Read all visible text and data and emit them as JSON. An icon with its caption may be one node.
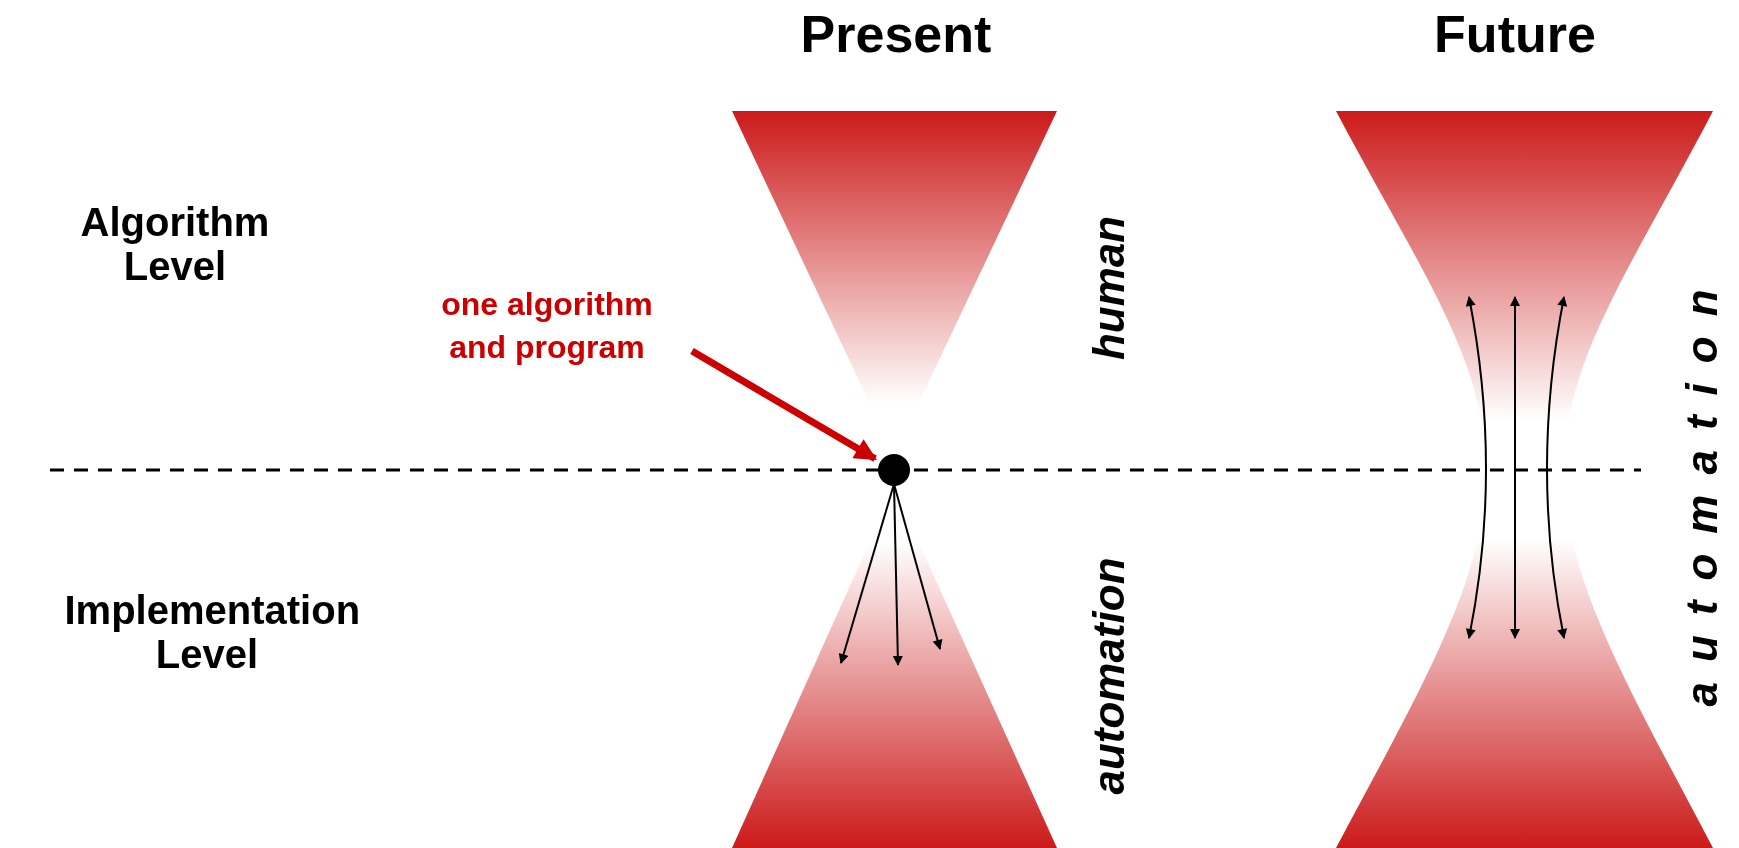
{
  "diagram": {
    "nodes": [
      {
        "text": [
          "one algorithm and program"
        ]
      },
      {
        "text": [],
        "shape": "circle"
      }
    ],
    "edges": [
      {
        "from": 0,
        "to": 1,
        "arrow": "to",
        "style": "thick",
        "color": "#cc0000"
      },
      {
        "from": 1,
        "to": null,
        "arrow": "to"
      },
      {
        "from": 1,
        "to": null,
        "arrow": "to"
      },
      {
        "from": 1,
        "to": null,
        "arrow": "to"
      }
    ],
    "labels": [
      "Present",
      "Future",
      "Algorithm Level",
      "human",
      "Implementation Level",
      "automation",
      "automation"
    ]
  }
}
